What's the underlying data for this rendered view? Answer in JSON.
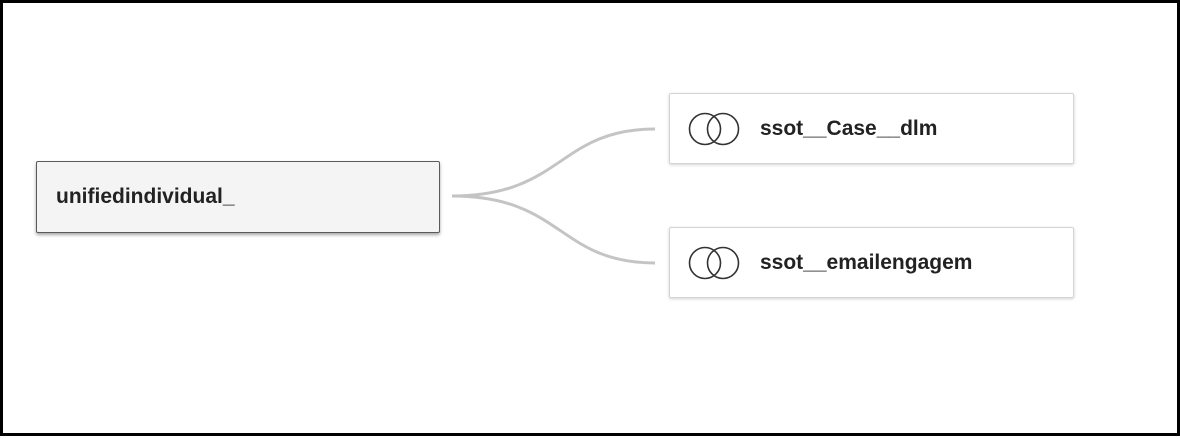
{
  "root_table": {
    "label": "unifiedindividual_"
  },
  "related_tables": [
    {
      "label": "ssot__Case__dlm",
      "icon": "join-circles-icon"
    },
    {
      "label": "ssot__emailengagem",
      "icon": "join-circles-icon"
    }
  ],
  "colors": {
    "connector": "#c4c4c4",
    "root_background": "#f4f4f4",
    "node_border": "#d4d4d4",
    "frame_border": "#000000",
    "text": "#222222"
  }
}
